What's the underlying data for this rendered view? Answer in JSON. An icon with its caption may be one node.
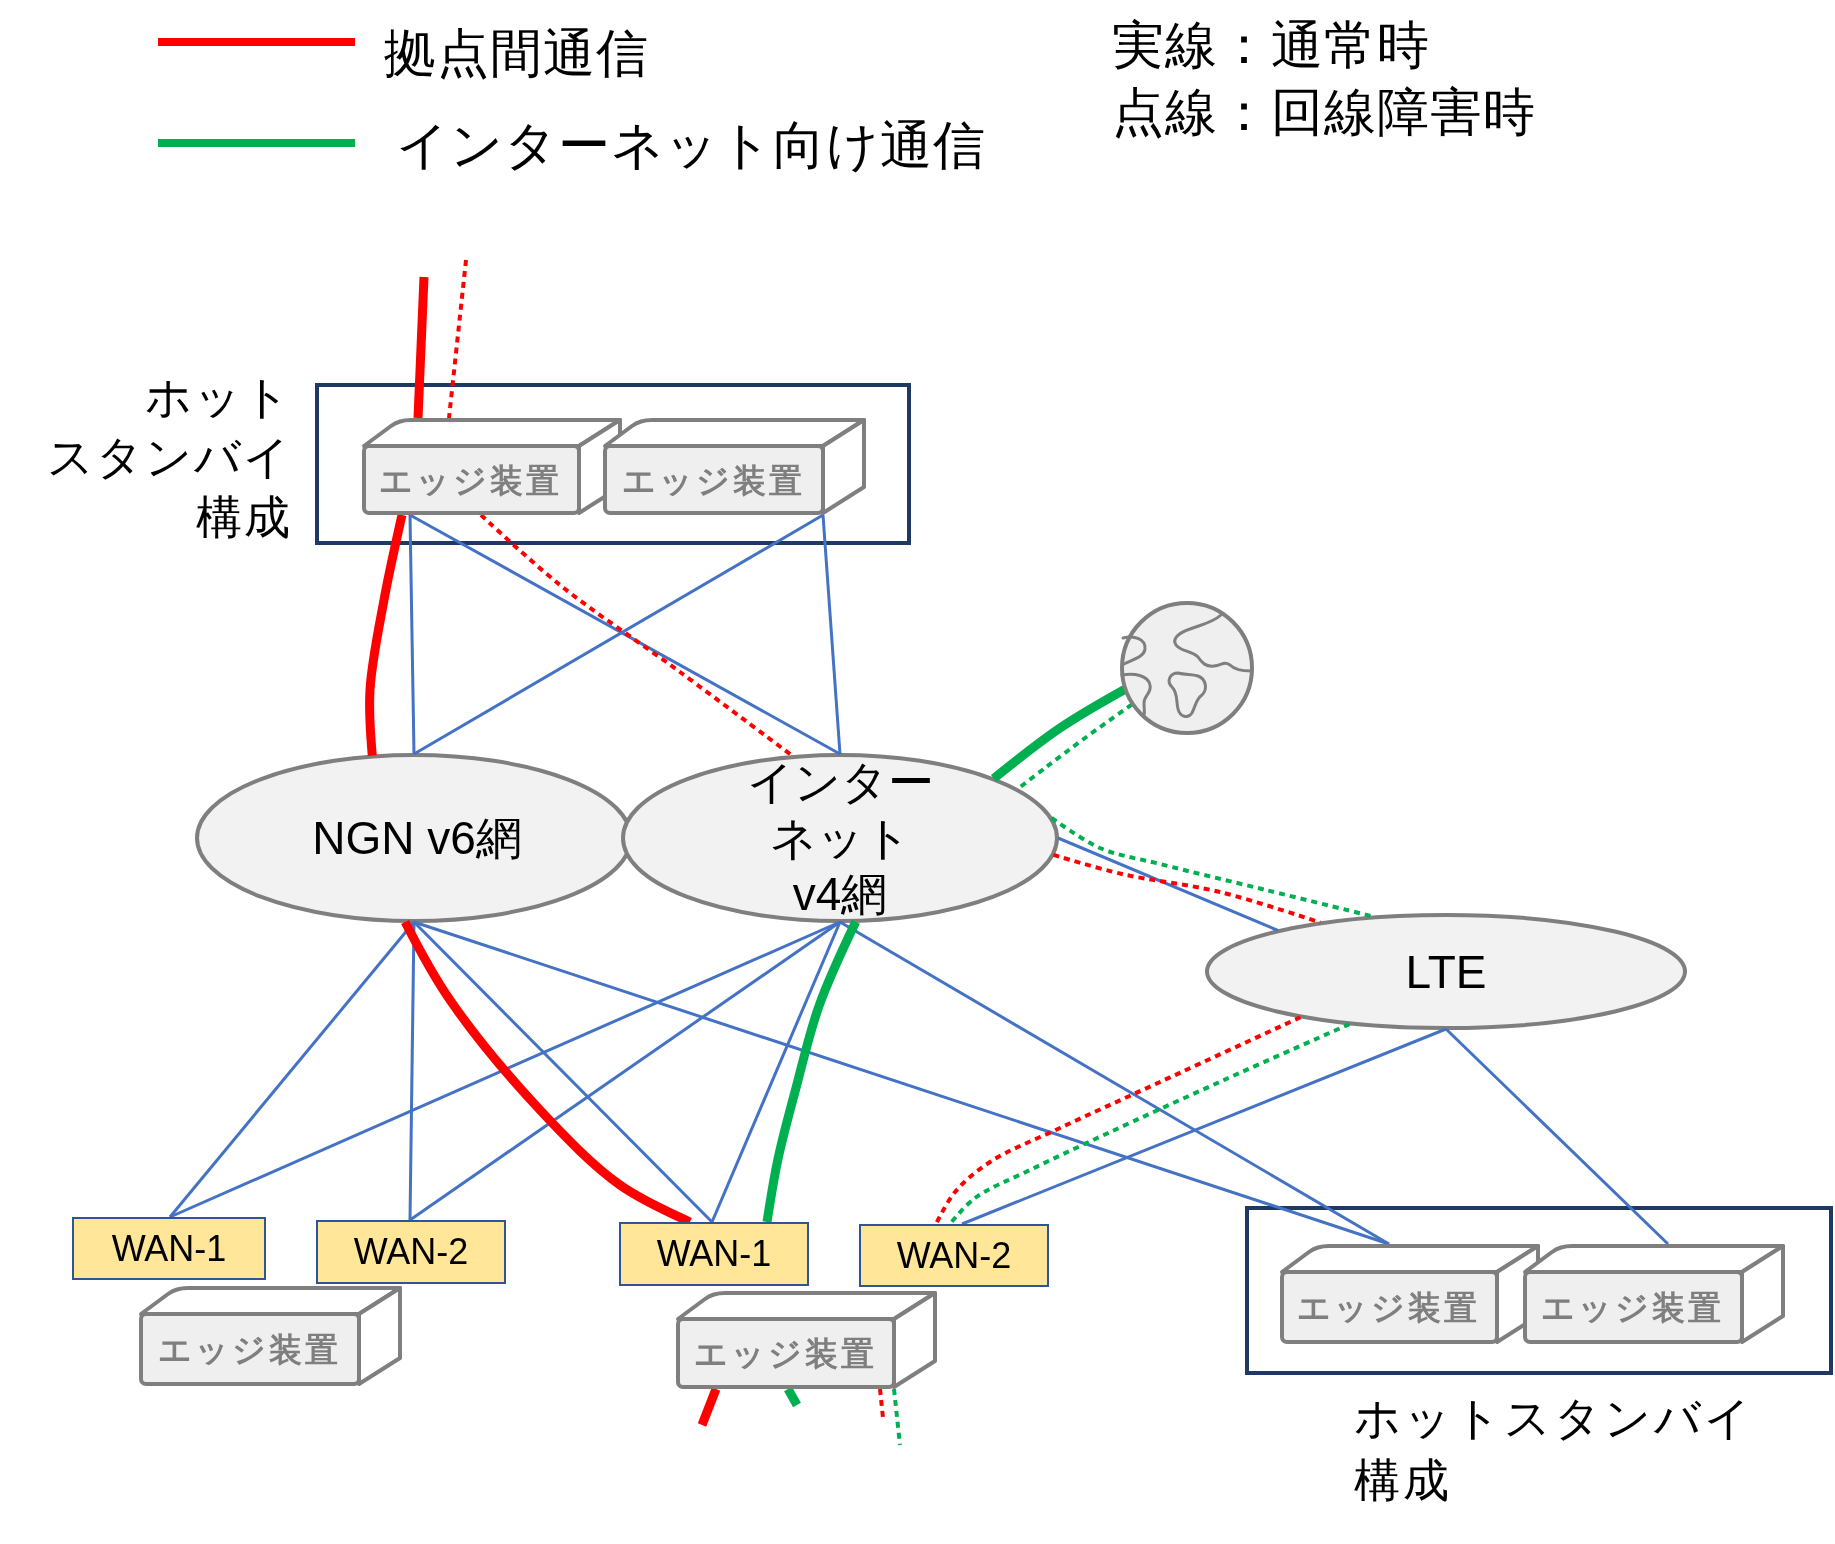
{
  "diagram": {
    "nodes": [
      {
        "text": [
          "ホットスタンバイ構成"
        ]
      },
      {
        "text": [
          "エッジ装置"
        ],
        "in": 0
      },
      {
        "text": [
          "エッジ装置"
        ],
        "in": 0
      },
      {
        "text": [],
        "shape": "picture"
      },
      {
        "text": [
          "NGN v6網"
        ]
      },
      {
        "text": [
          "インターネットv4網"
        ]
      },
      {
        "text": [
          "LTE"
        ]
      },
      {
        "text": [
          "WAN-1"
        ]
      },
      {
        "text": [
          "WAN-2"
        ]
      },
      {
        "text": [
          "WAN-1"
        ]
      },
      {
        "text": [
          "WAN-2"
        ]
      },
      {
        "text": [
          "ホットスタンバイ構成"
        ]
      },
      {
        "text": [
          "エッジ装置"
        ],
        "in": 11
      },
      {
        "text": [
          "エッジ装置"
        ],
        "in": 11
      },
      {
        "text": [
          "エッジ装置"
        ]
      },
      {
        "text": [
          "エッジ装置"
        ]
      }
    ],
    "edges": [
      {
        "from": 1,
        "to": 4,
        "arrow": "none"
      },
      {
        "from": 1,
        "to": 5,
        "arrow": "none"
      },
      {
        "from": 2,
        "to": 4,
        "arrow": "none"
      },
      {
        "from": 2,
        "to": 5,
        "arrow": "none"
      },
      {
        "from": 4,
        "to": 7,
        "arrow": "none"
      },
      {
        "from": 4,
        "to": 8,
        "arrow": "none"
      },
      {
        "from": 4,
        "to": 9,
        "arrow": "none"
      },
      {
        "from": 4,
        "to": 12,
        "arrow": "none"
      },
      {
        "from": 5,
        "to": 7,
        "arrow": "none"
      },
      {
        "from": 5,
        "to": 8,
        "arrow": "none"
      },
      {
        "from": 5,
        "to": 9,
        "arrow": "none"
      },
      {
        "from": 5,
        "to": 12,
        "arrow": "none"
      },
      {
        "from": 5,
        "to": 6,
        "arrow": "none"
      },
      {
        "from": 6,
        "to": 10,
        "arrow": "none"
      },
      {
        "from": 6,
        "to": 13,
        "arrow": "none"
      },
      {
        "from": null,
        "to": 1,
        "arrow": "none",
        "style": "thick",
        "color": "#ff0000"
      },
      {
        "from": 1,
        "to": 4,
        "arrow": "none",
        "style": "thick",
        "color": "#ff0000"
      },
      {
        "from": 4,
        "to": 9,
        "arrow": "none",
        "style": "thick",
        "color": "#ff0000"
      },
      {
        "from": 15,
        "to": null,
        "arrow": "none",
        "style": "thick",
        "color": "#ff0000"
      },
      {
        "from": null,
        "to": 1,
        "arrow": "none",
        "style": "dashed",
        "color": "#ff0000"
      },
      {
        "from": 1,
        "to": 5,
        "arrow": "none",
        "style": "dashed",
        "color": "#ff0000"
      },
      {
        "from": 5,
        "to": 6,
        "arrow": "none",
        "style": "dashed",
        "color": "#ff0000"
      },
      {
        "from": 6,
        "to": 10,
        "arrow": "none",
        "style": "dashed",
        "color": "#ff0000"
      },
      {
        "from": 15,
        "to": null,
        "arrow": "none",
        "style": "dashed",
        "color": "#ff0000"
      },
      {
        "from": 3,
        "to": 5,
        "arrow": "none",
        "style": "thick",
        "color": "#00b050"
      },
      {
        "from": 5,
        "to": 9,
        "arrow": "none",
        "style": "thick",
        "color": "#00b050"
      },
      {
        "from": 15,
        "to": null,
        "arrow": "none",
        "style": "thick",
        "color": "#00b050"
      },
      {
        "from": 3,
        "to": 5,
        "arrow": "none",
        "style": "dashed",
        "color": "#00b050"
      },
      {
        "from": 5,
        "to": 6,
        "arrow": "none",
        "style": "dashed",
        "color": "#00b050"
      },
      {
        "from": 6,
        "to": 10,
        "arrow": "none",
        "style": "dashed",
        "color": "#00b050"
      },
      {
        "from": 15,
        "to": null,
        "arrow": "none",
        "style": "dashed",
        "color": "#00b050"
      }
    ],
    "labels": [
      "実線：通常時",
      "点線：回線障害時"
    ],
    "legend": [
      {
        "text": "拠点間通信"
      },
      {
        "text": "インターネット向け通信"
      }
    ]
  }
}
